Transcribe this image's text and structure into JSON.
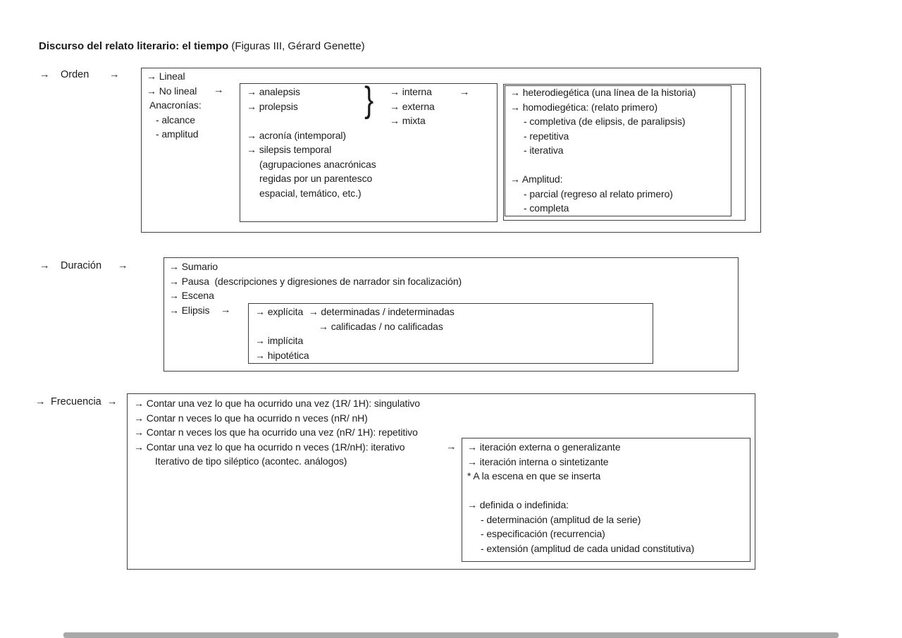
{
  "arrow": "→",
  "brace": "}",
  "title": {
    "main": "Discurso del relato literario: el tiempo",
    "source": " (Figuras III, Gérard Genette)"
  },
  "orden": {
    "label": "Orden",
    "col1": [
      "→ Lineal",
      "→ No lineal",
      "Anacronías:",
      "- alcance",
      "- amplitud"
    ],
    "anachronies": [
      "→ analepsis",
      "→ prolepsis",
      "",
      "→ acronía (intemporal)",
      "→ silepsis temporal",
      "(agrupaciones anacrónicas",
      "regidas por un parentesco",
      "espacial, temático, etc.)"
    ],
    "relations": [
      "→ interna",
      "→ externa",
      "→ mixta"
    ],
    "diegetic": [
      "→ heterodiegética (una línea de la historia)",
      "→ homodiegética: (relato primero)",
      "- completiva (de elipsis, de paralipsis)",
      "- repetitiva",
      "- iterativa",
      "",
      "→ Amplitud:",
      "- parcial (regreso al relato primero)",
      "- completa"
    ]
  },
  "duracion": {
    "label": "Duración",
    "items": [
      "→ Sumario",
      "→ Pausa  (descripciones y digresiones de narrador sin focalización)",
      "→ Escena",
      "→ Elipsis"
    ],
    "elipsis": {
      "l1": "→ explícita  → determinadas / indeterminadas",
      "l2": "→ calificadas / no calificadas",
      "l3": "→ implícita",
      "l4": "→ hipotética"
    }
  },
  "frecuencia": {
    "label": "Frecuencia",
    "items": [
      "→ Contar una vez lo que ha ocurrido una vez (1R/ 1H): singulativo",
      "→ Contar n veces lo que ha ocurrido n veces (nR/ nH)",
      "→ Contar n veces los que ha ocurrido una vez (nR/ 1H): repetitivo",
      "→ Contar una vez lo que ha ocurrido n veces (1R/nH): iterativo",
      "Iterativo de tipo siléptico (acontec. análogos)"
    ],
    "iteracion": [
      "→ iteración externa o generalizante",
      "→ iteración interna o sintetizante",
      "* A la escena en que se inserta",
      "",
      "→ definida o indefinida:",
      "- determinación (amplitud de la serie)",
      "- especificación (recurrencia)",
      "- extensión (amplitud de cada unidad constitutiva)"
    ]
  },
  "colors": {
    "text": "#1c1c1c",
    "border": "#3f3f3f",
    "page_gap": "#a8a8a8"
  }
}
